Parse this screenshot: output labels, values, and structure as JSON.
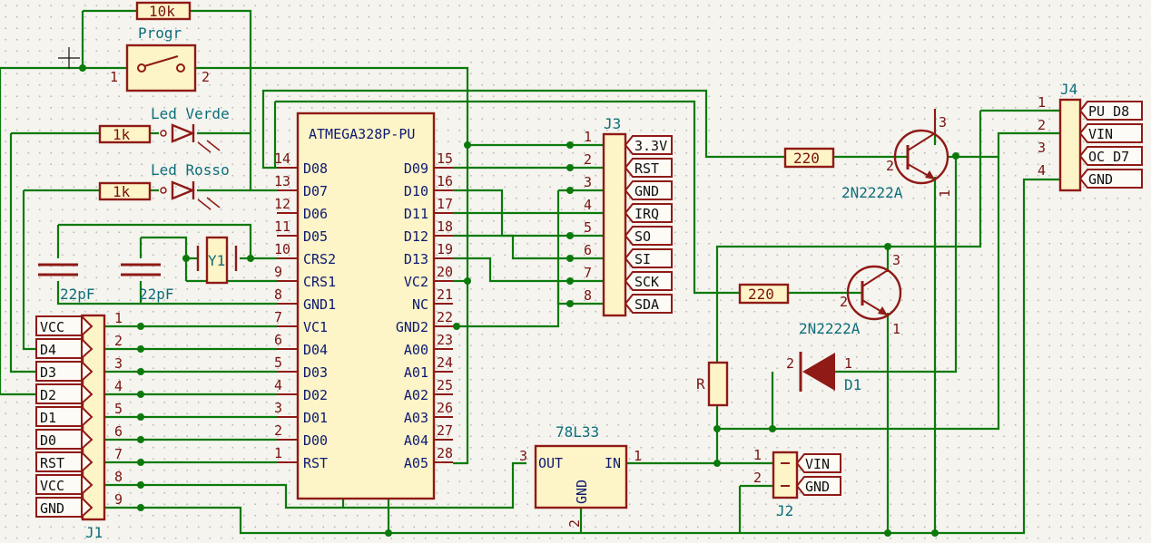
{
  "mcu": {
    "name": "ATMEGA328P-PU",
    "left": [
      [
        "14",
        "D08"
      ],
      [
        "13",
        "D07"
      ],
      [
        "12",
        "D06"
      ],
      [
        "11",
        "D05"
      ],
      [
        "10",
        "CRS2"
      ],
      [
        "9",
        "CRS1"
      ],
      [
        "8",
        "GND1"
      ],
      [
        "7",
        "VC1"
      ],
      [
        "6",
        "D04"
      ],
      [
        "5",
        "D03"
      ],
      [
        "4",
        "D02"
      ],
      [
        "3",
        "D01"
      ],
      [
        "2",
        "D00"
      ],
      [
        "1",
        "RST"
      ]
    ],
    "right": [
      [
        "15",
        "D09"
      ],
      [
        "16",
        "D10"
      ],
      [
        "17",
        "D11"
      ],
      [
        "18",
        "D12"
      ],
      [
        "19",
        "D13"
      ],
      [
        "20",
        "VC2"
      ],
      [
        "21",
        "NC"
      ],
      [
        "22",
        "GND2"
      ],
      [
        "23",
        "A00"
      ],
      [
        "24",
        "A01"
      ],
      [
        "25",
        "A02"
      ],
      [
        "26",
        "A03"
      ],
      [
        "27",
        "A04"
      ],
      [
        "28",
        "A05"
      ]
    ]
  },
  "j1": {
    "ref": "J1",
    "pins": [
      "1",
      "2",
      "3",
      "4",
      "5",
      "6",
      "7",
      "8",
      "9"
    ],
    "labels": [
      "VCC",
      "D4",
      "D3",
      "D2",
      "D1",
      "D0",
      "RST",
      "VCC",
      "GND"
    ]
  },
  "j3": {
    "ref": "J3",
    "pins": [
      "1",
      "2",
      "3",
      "4",
      "5",
      "6",
      "7",
      "8"
    ],
    "labels": [
      "3.3V",
      "RST",
      "GND",
      "IRQ",
      "SO",
      "SI",
      "SCK",
      "SDA"
    ]
  },
  "j4": {
    "ref": "J4",
    "pins": [
      "1",
      "2",
      "3",
      "4"
    ],
    "labels": [
      "PU_D8",
      "VIN",
      "OC_D7",
      "GND"
    ]
  },
  "j2": {
    "ref": "J2",
    "pins": [
      "1",
      "2"
    ],
    "labels": [
      "VIN",
      "GND"
    ]
  },
  "switch": {
    "value": "Progr",
    "pin1": "1",
    "pin2": "2"
  },
  "resistors": {
    "top": "10k",
    "led_green": "1k",
    "led_red": "1k",
    "q1_base": "220",
    "q2_base": "220",
    "r": "R"
  },
  "leds": {
    "green": "Led Verde",
    "red": "Led Rosso"
  },
  "crystal": {
    "ref": "Y1"
  },
  "caps": {
    "c1": "22pF",
    "c2": "22pF"
  },
  "transistors": {
    "q1": "2N2222A",
    "q2": "2N2222A",
    "pin1": "1",
    "pin2": "2",
    "pin3": "3"
  },
  "diode": {
    "ref": "D1",
    "pin1": "1",
    "pin2": "2"
  },
  "regulator": {
    "name": "78L33",
    "out": "OUT",
    "in": "IN",
    "gnd": "GND",
    "p1": "1",
    "p2": "2",
    "p3": "3"
  }
}
